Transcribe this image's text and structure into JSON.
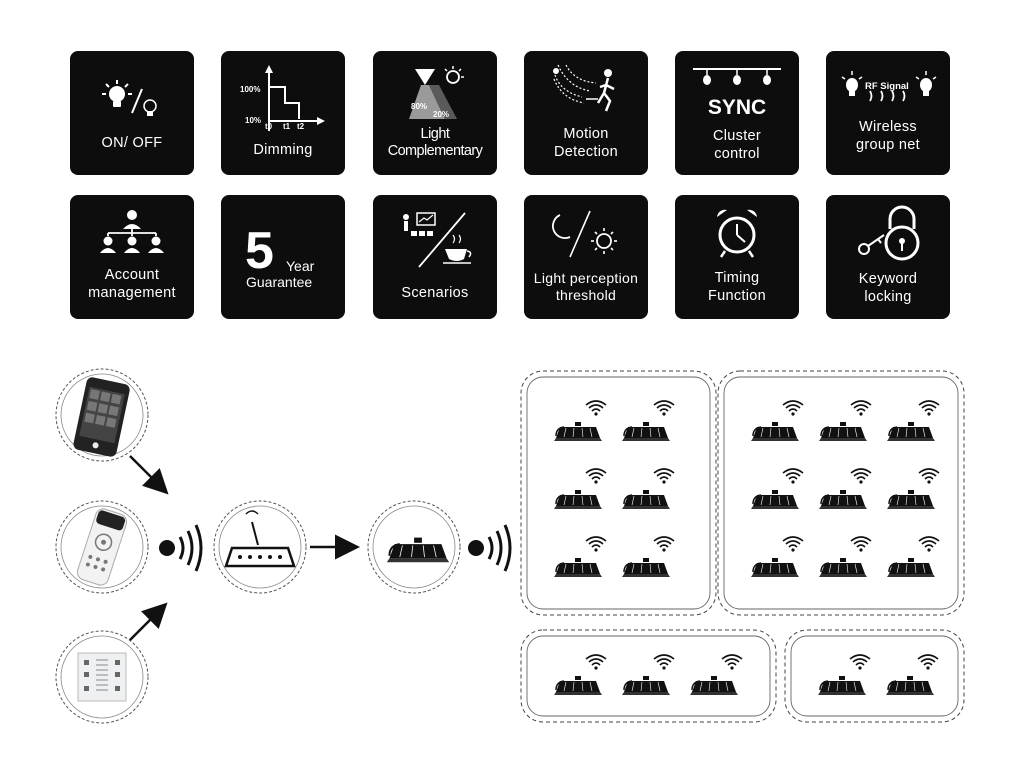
{
  "features": [
    {
      "id": "onoff",
      "label": [
        "ON/ OFF"
      ],
      "icon": "bulb-on-off-icon"
    },
    {
      "id": "dimming",
      "label": [
        "Dimming"
      ],
      "icon": "dimming-graph-icon",
      "graph_labels": {
        "high": "100%",
        "low": "10%",
        "t0": "t0",
        "t1": "t1",
        "t2": "t2"
      }
    },
    {
      "id": "light",
      "label": [
        "Light",
        "Complementary"
      ],
      "icon": "light-complementary-icon",
      "pcts": {
        "a": "80%",
        "b": "20%"
      }
    },
    {
      "id": "motion",
      "label": [
        "Motion",
        "Detection"
      ],
      "icon": "motion-sensor-icon"
    },
    {
      "id": "sync",
      "label": [
        "Cluster",
        "control"
      ],
      "icon": "cluster-bulbs-icon",
      "heading": "SYNC"
    },
    {
      "id": "wireless",
      "label": [
        "Wireless",
        "group net"
      ],
      "icon": "rf-signal-icon",
      "rf": "RF Signal"
    },
    {
      "id": "account",
      "label": [
        "Account",
        "management"
      ],
      "icon": "org-chart-icon"
    },
    {
      "id": "guarantee",
      "label": [
        "Year",
        "Guarantee"
      ],
      "icon": "five-year-icon",
      "number": "5"
    },
    {
      "id": "scenarios",
      "label": [
        "Scenarios"
      ],
      "icon": "scenarios-icon"
    },
    {
      "id": "perception",
      "label": [
        "Light perception",
        "threshold"
      ],
      "icon": "moon-sun-icon"
    },
    {
      "id": "timing",
      "label": [
        "Timing",
        "Function"
      ],
      "icon": "alarm-clock-icon"
    },
    {
      "id": "keyword",
      "label": [
        "Keyword",
        "locking"
      ],
      "icon": "padlock-key-icon"
    }
  ],
  "diagram": {
    "controllers": [
      "smartphone-app-icon",
      "remote-control-icon",
      "wall-panel-icon"
    ],
    "hub": "gateway-router-icon",
    "fixture": "highbay-light-icon",
    "groups": [
      {
        "rows": 3,
        "cols": 2
      },
      {
        "rows": 3,
        "cols": 3
      },
      {
        "rows": 1,
        "cols": 3
      },
      {
        "rows": 1,
        "cols": 2
      }
    ]
  }
}
